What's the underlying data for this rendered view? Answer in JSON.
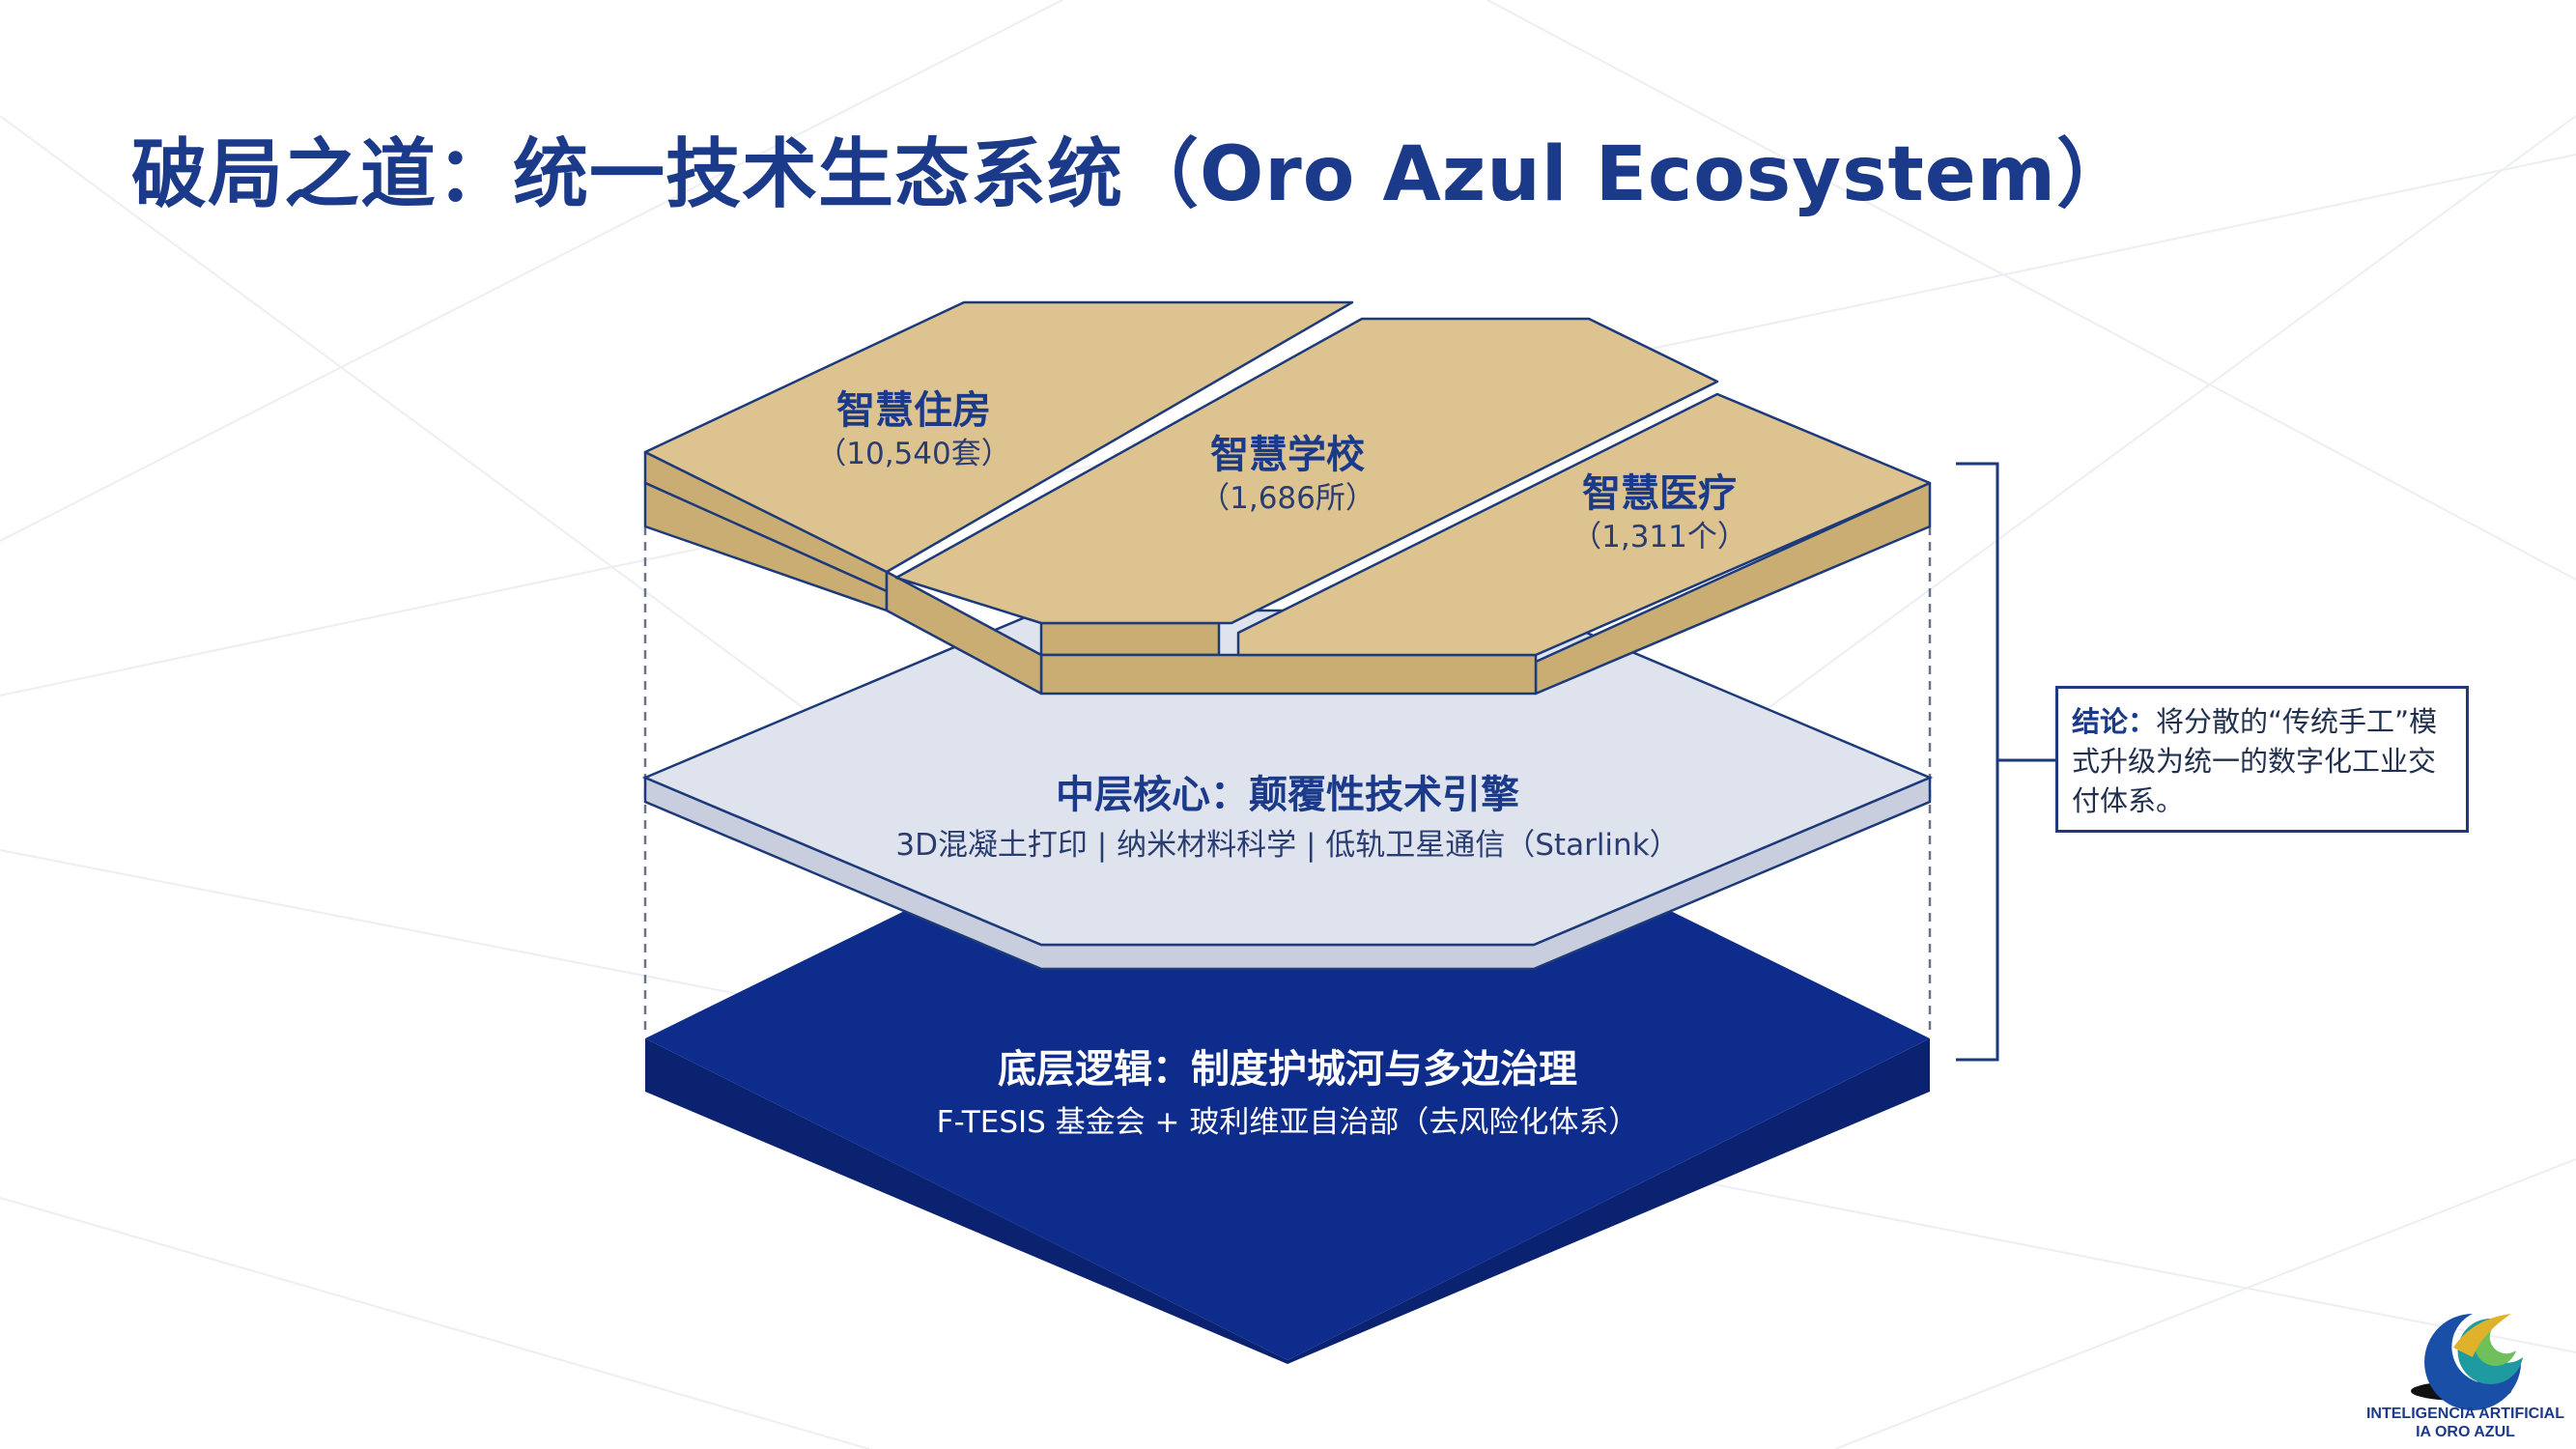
{
  "title": "破局之道：统一技术生态系统（Oro Azul Ecosystem）",
  "top_layer": {
    "blocks": [
      {
        "name": "智慧住房",
        "count": "（10,540套）"
      },
      {
        "name": "智慧学校",
        "count": "（1,686所）"
      },
      {
        "name": "智慧医疗",
        "count": "（1,311个）"
      }
    ]
  },
  "middle_layer": {
    "heading": "中层核心：颠覆性技术引擎",
    "items": "3D混凝土打印 | 纳米材料科学 | 低轨卫星通信（Starlink）"
  },
  "bottom_layer": {
    "heading": "底层逻辑：制度护城河与多边治理",
    "items": "F-TESIS 基金会 + 玻利维亚自治部（去风险化体系）"
  },
  "conclusion": {
    "label": "结论：",
    "text": "将分散的“传统手工”模式升级为统一的数字化工业交付体系。"
  },
  "logo": {
    "line1": "INTELIGENCIA ARTIFICIAL",
    "line2": "IA ORO AZUL"
  },
  "colors": {
    "title": "#1b3a8a",
    "gold_top": "#dcc38f",
    "gold_side": "#c9ad73",
    "silver_top": "#dfe3ee",
    "silver_side": "#c8cedd",
    "navy_top": "#0d2c8c",
    "navy_side": "#0a2270"
  }
}
